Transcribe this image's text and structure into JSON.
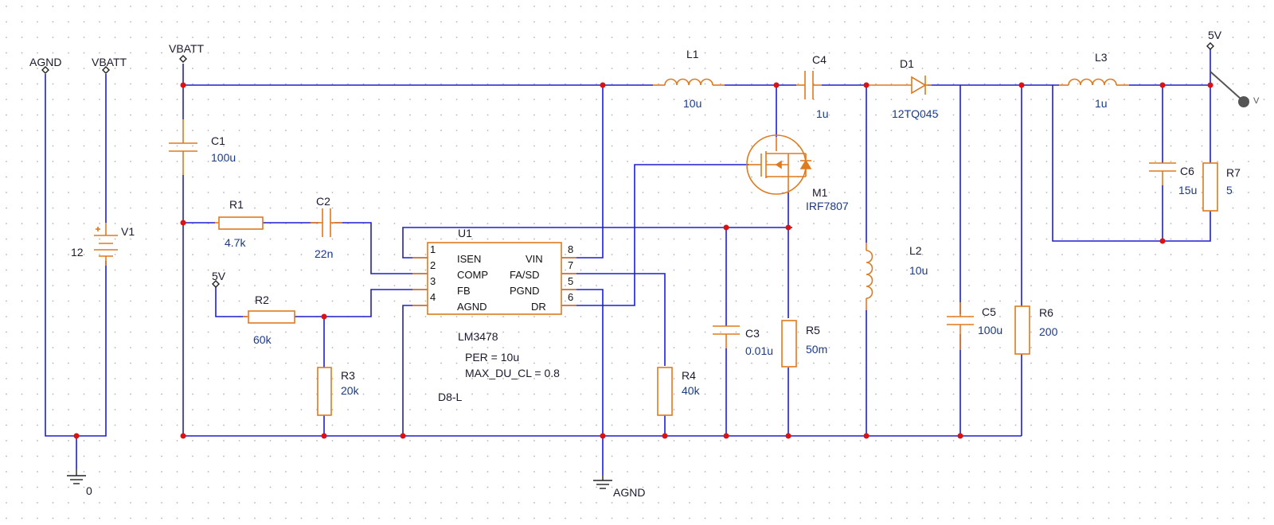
{
  "grid": {
    "dot_color": "#b4b4b4"
  },
  "colors": {
    "wire": "#1e1ed2",
    "component": "#e07a1e",
    "junction": "#dd1111",
    "text": "#1a1a2e"
  },
  "ports": {
    "agnd_left": "AGND",
    "vbatt_left": "VBATT",
    "vbatt_main": "VBATT",
    "v5_r2": "5V",
    "v5_out": "5V"
  },
  "grounds": {
    "gnd0": "0",
    "gnd_agnd": "AGND"
  },
  "probe": {
    "label": "V"
  },
  "components": {
    "V1": {
      "ref": "V1",
      "value": "12"
    },
    "C1": {
      "ref": "C1",
      "value": "100u"
    },
    "R1": {
      "ref": "R1",
      "value": "4.7k"
    },
    "C2": {
      "ref": "C2",
      "value": "22n"
    },
    "R2": {
      "ref": "R2",
      "value": "60k"
    },
    "R3": {
      "ref": "R3",
      "value": "20k"
    },
    "U1": {
      "ref": "U1",
      "part": "LM3478",
      "package": "D8-L",
      "param1": "PER = 10u",
      "param2": "MAX_DU_CL = 0.8",
      "pins": [
        {
          "num": "1",
          "name": "ISEN"
        },
        {
          "num": "2",
          "name": "COMP"
        },
        {
          "num": "3",
          "name": "FB"
        },
        {
          "num": "4",
          "name": "AGND"
        },
        {
          "num": "8",
          "name": "VIN"
        },
        {
          "num": "7",
          "name": "FA/SD"
        },
        {
          "num": "5",
          "name": "PGND"
        },
        {
          "num": "6",
          "name": "DR"
        }
      ]
    },
    "R4": {
      "ref": "R4",
      "value": "40k"
    },
    "L1": {
      "ref": "L1",
      "value": "10u"
    },
    "M1": {
      "ref": "M1",
      "part": "IRF7807"
    },
    "C3": {
      "ref": "C3",
      "value": "0.01u"
    },
    "R5": {
      "ref": "R5",
      "value": "50m"
    },
    "C4": {
      "ref": "C4",
      "value": "1u"
    },
    "L2": {
      "ref": "L2",
      "value": "10u"
    },
    "D1": {
      "ref": "D1",
      "part": "12TQ045"
    },
    "C5": {
      "ref": "C5",
      "value": "100u"
    },
    "R6": {
      "ref": "R6",
      "value": "200"
    },
    "L3": {
      "ref": "L3",
      "value": "1u"
    },
    "C6": {
      "ref": "C6",
      "value": "15u"
    },
    "R7": {
      "ref": "R7",
      "value": "5"
    }
  }
}
